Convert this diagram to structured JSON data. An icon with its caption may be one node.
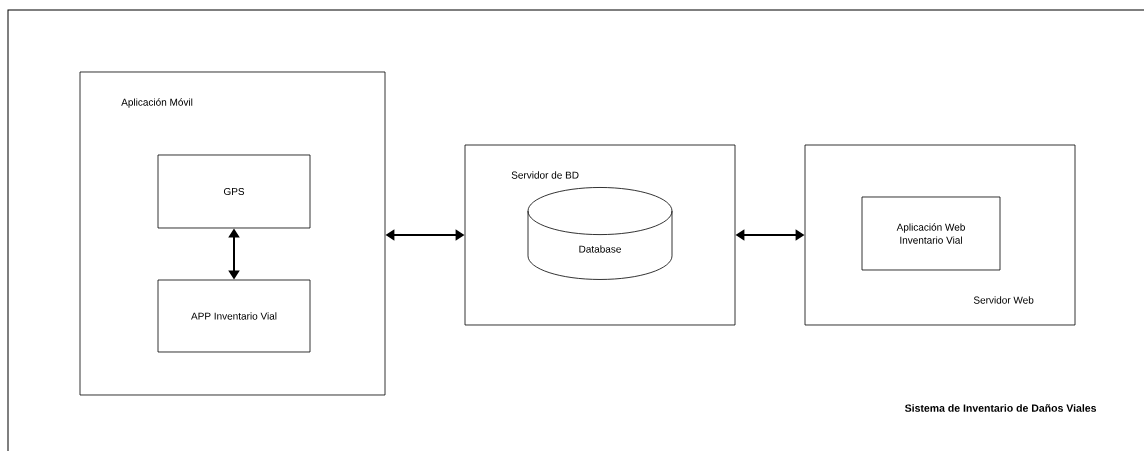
{
  "diagram": {
    "title": "Sistema de Inventario de Daños Viales",
    "nodes": [
      {
        "text": [
          "Aplicación Móvil"
        ]
      },
      {
        "text": [
          "GPS"
        ],
        "in": 0
      },
      {
        "text": [
          "APP Inventario Vial"
        ],
        "in": 0
      },
      {
        "text": [
          "Servidor de BD"
        ]
      },
      {
        "text": [
          "Database"
        ],
        "in": 3
      },
      {
        "text": [
          "Servidor Web"
        ]
      },
      {
        "text": [
          "Aplicación Web Inventario Vial"
        ],
        "in": 5
      }
    ],
    "edges": [
      {
        "from": 1,
        "to": 2,
        "arrow": "both"
      },
      {
        "from": 0,
        "to": 3,
        "arrow": "both"
      },
      {
        "from": 3,
        "to": 5,
        "arrow": "both"
      }
    ]
  }
}
